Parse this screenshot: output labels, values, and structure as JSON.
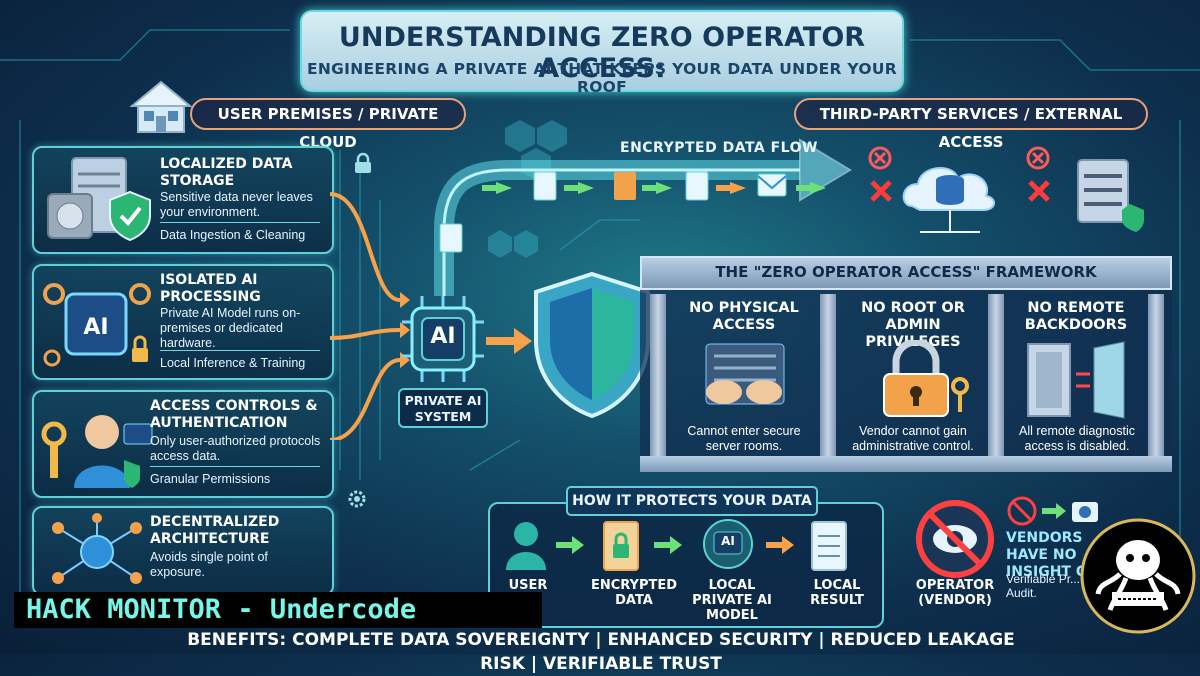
{
  "title": {
    "main": "UNDERSTANDING ZERO OPERATOR ACCESS:",
    "sub": "ENGINEERING A PRIVATE AI THAT KEEPS YOUR DATA UNDER YOUR ROOF"
  },
  "premises_label": "USER PREMISES / PRIVATE CLOUD",
  "external_label": "THIRD-PARTY SERVICES / EXTERNAL ACCESS",
  "encrypted_flow_label": "ENCRYPTED DATA FLOW",
  "cards": [
    {
      "title": "LOCALIZED DATA STORAGE",
      "desc": "Sensitive data never leaves your environment.",
      "foot": "Data Ingestion & Cleaning"
    },
    {
      "title": "ISOLATED AI PROCESSING",
      "desc": "Private AI Model runs on-premises or dedicated hardware.",
      "foot": "Local Inference & Training"
    },
    {
      "title": "ACCESS CONTROLS & AUTHENTICATION",
      "desc": "Only user-authorized protocols access data.",
      "foot": "Granular Permissions"
    },
    {
      "title": "DECENTRALIZED ARCHITECTURE",
      "desc": "Avoids single point of exposure.",
      "foot": ""
    }
  ],
  "private_ai": {
    "chip": "AI",
    "label": "PRIVATE AI SYSTEM"
  },
  "framework": {
    "title": "THE \"ZERO OPERATOR ACCESS\" FRAMEWORK",
    "columns": [
      {
        "head": "NO PHYSICAL ACCESS",
        "desc": "Cannot enter secure server rooms."
      },
      {
        "head": "NO ROOT OR ADMIN PRIVILEGES",
        "desc": "Vendor cannot gain administrative control."
      },
      {
        "head": "NO REMOTE BACKDOORS",
        "desc": "All remote diagnostic access is disabled."
      }
    ]
  },
  "protects": {
    "title": "HOW IT PROTECTS YOUR DATA",
    "steps": [
      "USER",
      "ENCRYPTED DATA",
      "LOCAL PRIVATE AI MODEL",
      "LOCAL RESULT"
    ],
    "model_chip": "AI"
  },
  "operator": {
    "label": "OPERATOR (VENDOR)",
    "insight": "VENDORS HAVE NO INSIGHT OF",
    "verify": "Verifiable Pr... Code Audit."
  },
  "watermark": "HACK MONITOR - Undercode",
  "benefits": "BENEFITS: COMPLETE DATA SOVEREIGNTY | ENHANCED SECURITY | REDUCED LEAKAGE RISK | VERIFIABLE TRUST",
  "colors": {
    "accent": "#5fd0d6",
    "orange_arrow": "#f7a24a",
    "green_arrow": "#6ee07a",
    "title_text": "#163a5c"
  }
}
